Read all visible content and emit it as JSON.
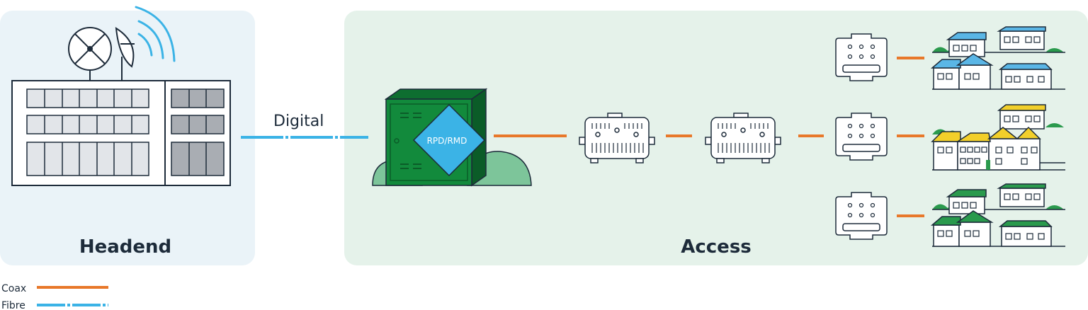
{
  "labels": {
    "headend": "Headend",
    "access": "Access",
    "digital": "Digital",
    "rpd": "RPD/RMD"
  },
  "legend": [
    {
      "label": "Coax",
      "color": "#e8782a"
    },
    {
      "label": "Fibre",
      "color": "#3bb3e6"
    }
  ],
  "colors": {
    "headend_bg": "#eaf3f8",
    "access_bg": "#e5f2ea",
    "coax": "#e8782a",
    "fibre": "#3bb3e6",
    "cabinet": "#128a3c",
    "cabinet_dark": "#0e6e30",
    "hill": "#7dc59a",
    "rpd_diamond": "#3bb3e6",
    "roof_blue": "#5ab6e6",
    "roof_yellow": "#f2cf2a",
    "roof_green": "#2a9a4d",
    "outline": "#1d2b3a"
  },
  "icons": {
    "satellite_dish": "satellite-dish-icon",
    "signal_waves": "signal-waves-icon",
    "server_rack": "server-rack-icon",
    "cabinet": "street-cabinet-icon",
    "amplifier": "amplifier-icon",
    "tap": "tap-icon",
    "houses": "houses-icon"
  }
}
